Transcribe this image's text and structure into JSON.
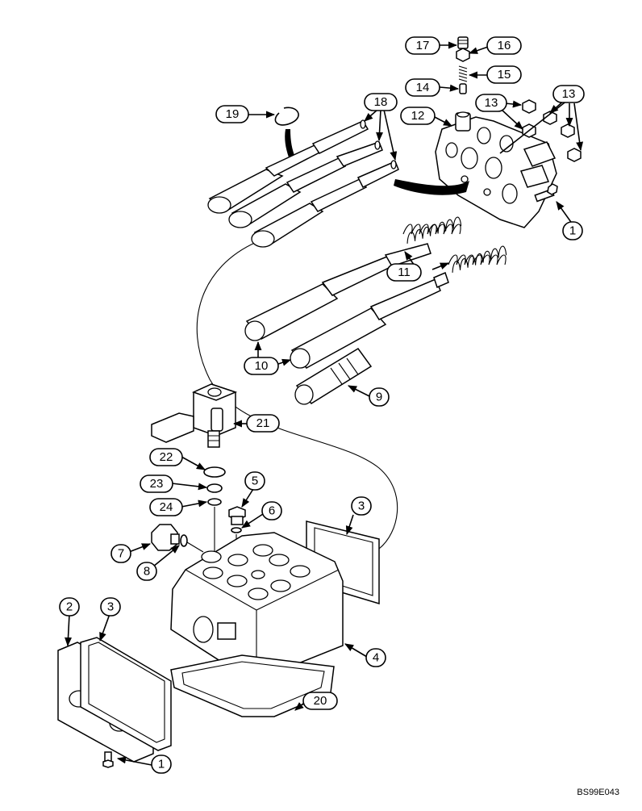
{
  "figure_code": "BS99E043",
  "callouts": {
    "c1_top": "1",
    "c1_bottom": "1",
    "c2": "2",
    "c3_left": "3",
    "c3_right": "3",
    "c4": "4",
    "c5": "5",
    "c6": "6",
    "c7": "7",
    "c8": "8",
    "c9": "9",
    "c10": "10",
    "c11": "11",
    "c12": "12",
    "c13_a": "13",
    "c13_b": "13",
    "c14": "14",
    "c15": "15",
    "c16": "16",
    "c17": "17",
    "c18": "18",
    "c19": "19",
    "c20": "20",
    "c21": "21",
    "c22": "22",
    "c23": "23",
    "c24": "24"
  }
}
